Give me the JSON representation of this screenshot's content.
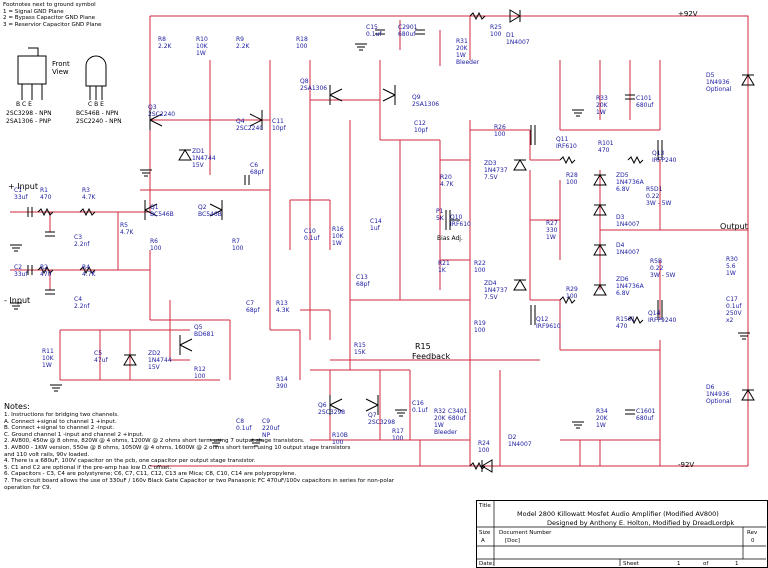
{
  "footnotes": {
    "title": "Footnotes next to ground symbol",
    "lines": [
      "1 = Signal GND Plane",
      "2 = Bypass Capacitor GND Plane",
      "3 = Reservior Capacitor GND Plane"
    ]
  },
  "packages": {
    "front_view": "Front\nView",
    "to126_pins": "B C E",
    "to126_types": [
      "2SC3298 - NPN",
      "2SA1306 - PNP"
    ],
    "to92_pins": "C B E",
    "to92_types": [
      "BC546B - NPN",
      "2SC2240 - NPN"
    ]
  },
  "rails": {
    "pos": "+92V",
    "neg": "-92V"
  },
  "io": {
    "in_pos": "+ Input",
    "in_neg": "- Input",
    "output": "Output",
    "feedback": "Feedback"
  },
  "components": [
    {
      "ref": "R8",
      "val": "2.2K"
    },
    {
      "ref": "R10",
      "val": "10K\n1W"
    },
    {
      "ref": "R9",
      "val": "2.2K"
    },
    {
      "ref": "R18",
      "val": "100"
    },
    {
      "ref": "C15",
      "val": "0.1uf"
    },
    {
      "ref": "C2901",
      "val": "680uf"
    },
    {
      "ref": "R25",
      "val": "100"
    },
    {
      "ref": "R31",
      "val": "20K\n1W\nBleeder"
    },
    {
      "ref": "D1",
      "val": "1N4007"
    },
    {
      "ref": "Q8",
      "val": "2SA1306"
    },
    {
      "ref": "Q9",
      "val": "2SA1306"
    },
    {
      "ref": "Q3",
      "val": "2SC2240"
    },
    {
      "ref": "Q4",
      "val": "2SC2240"
    },
    {
      "ref": "C11",
      "val": "10pf"
    },
    {
      "ref": "C12",
      "val": "10pf"
    },
    {
      "ref": "ZD1",
      "val": "1N4744\n15V"
    },
    {
      "ref": "C6",
      "val": "68pf"
    },
    {
      "ref": "R33",
      "val": "20K\n1W"
    },
    {
      "ref": "C101",
      "val": "680uf"
    },
    {
      "ref": "D5",
      "val": "1N4936\nOptional"
    },
    {
      "ref": "R26",
      "val": "100"
    },
    {
      "ref": "Q11",
      "val": "IRF610"
    },
    {
      "ref": "R101",
      "val": "470"
    },
    {
      "ref": "Q13",
      "val": "IRFP240"
    },
    {
      "ref": "ZD3",
      "val": "1N4737\n7.5V"
    },
    {
      "ref": "R28",
      "val": "100"
    },
    {
      "ref": "ZD5",
      "val": "1N4736A\n6.8V"
    },
    {
      "ref": "R5D1",
      "val": "0.22\n3W - 5W"
    },
    {
      "ref": "D3",
      "val": "1N4007"
    },
    {
      "ref": "R20",
      "val": "4.7K"
    },
    {
      "ref": "C1",
      "val": "33uf"
    },
    {
      "ref": "R1",
      "val": "470"
    },
    {
      "ref": "R3",
      "val": "4.7K"
    },
    {
      "ref": "Q1",
      "val": "BC546B"
    },
    {
      "ref": "Q2",
      "val": "BC546B"
    },
    {
      "ref": "R5",
      "val": "4.7K"
    },
    {
      "ref": "C3",
      "val": "2.2nf"
    },
    {
      "ref": "R6",
      "val": "100"
    },
    {
      "ref": "R7",
      "val": "100"
    },
    {
      "ref": "C10",
      "val": "0.1uf"
    },
    {
      "ref": "R16",
      "val": "10K\n1W"
    },
    {
      "ref": "C14",
      "val": "1uf"
    },
    {
      "ref": "P1",
      "val": "5K"
    },
    {
      "ref": "Q10",
      "val": "IRF610"
    },
    {
      "ref": "R27",
      "val": "330\n1W"
    },
    {
      "ref": "D4",
      "val": "1N4007"
    },
    {
      "ref": "R5B",
      "val": "0.22\n3W - 5W"
    },
    {
      "ref": "R30",
      "val": "5.6\n1W"
    },
    {
      "ref": "C2",
      "val": "33uf"
    },
    {
      "ref": "R2",
      "val": "470"
    },
    {
      "ref": "R4",
      "val": "4.7K"
    },
    {
      "ref": "R21",
      "val": "1K"
    },
    {
      "ref": "R22",
      "val": "100"
    },
    {
      "ref": "C13",
      "val": "68pf"
    },
    {
      "ref": "ZD4",
      "val": "1N4737\n7.5V"
    },
    {
      "ref": "R29",
      "val": "100"
    },
    {
      "ref": "ZD6",
      "val": "1N4736A\n6.8V"
    },
    {
      "ref": "C17",
      "val": "0.1uf\n250V\nx2"
    },
    {
      "ref": "C4",
      "val": "2.2nf"
    },
    {
      "ref": "C7",
      "val": "68pf"
    },
    {
      "ref": "R13",
      "val": "4.3K"
    },
    {
      "ref": "R19",
      "val": "100"
    },
    {
      "ref": "Q12",
      "val": "IRF9610"
    },
    {
      "ref": "R1501",
      "val": "470"
    },
    {
      "ref": "Q14",
      "val": "IRFP9240"
    },
    {
      "ref": "Q5",
      "val": "BD681"
    },
    {
      "ref": "R15",
      "val": "15K"
    },
    {
      "ref": "R11",
      "val": "10K\n1W"
    },
    {
      "ref": "C5",
      "val": "47uf"
    },
    {
      "ref": "ZD2",
      "val": "1N4744\n15V"
    },
    {
      "ref": "R12",
      "val": "100"
    },
    {
      "ref": "R14",
      "val": "390"
    },
    {
      "ref": "Q6",
      "val": "2SC3298"
    },
    {
      "ref": "Q7",
      "val": "2SC3298"
    },
    {
      "ref": "C8",
      "val": "0.1uf"
    },
    {
      "ref": "C9",
      "val": "220uf\nNP"
    },
    {
      "ref": "R10B",
      "val": "100"
    },
    {
      "ref": "R17",
      "val": "100"
    },
    {
      "ref": "C16",
      "val": "0.1uf"
    },
    {
      "ref": "R32",
      "val": "20K\n1W\nBleeder"
    },
    {
      "ref": "C3401",
      "val": "680uf"
    },
    {
      "ref": "R24",
      "val": "100"
    },
    {
      "ref": "D2",
      "val": "1N4007"
    },
    {
      "ref": "R34",
      "val": "20K\n1W"
    },
    {
      "ref": "C1601",
      "val": "680uf"
    },
    {
      "ref": "D6",
      "val": "1N4936\nOptional"
    }
  ],
  "labels": {
    "bias": "Bias Adj.",
    "r15": "R15",
    "bleeder": "Bleeder"
  },
  "notes": {
    "title": "Notes:",
    "items": [
      "1. Instructions for bridging two channels.",
      "   A. Connect +signal to channel 1 +input.",
      "   B. Connect +signal to channel 2 -input.",
      "   C. Ground channel 1 -input and channel 2 +input.",
      "2. AV800, 450w @ 8 ohms, 820W @ 4 ohms, 1200W @ 2 ohms short term using 7 output stage transistors.",
      "3. AV800 - 1KW version, 550w @ 8 ohms, 1050W @ 4 ohms, 1600W @ 2 ohms short term using 10 output stage transistors",
      "   and 110 volt rails, 90v loaded.",
      "4. There is a 680uF, 100V capacitor on the pcb, one capacitor per output stage transistor.",
      "5. C1 and C2 are optional if the pre-amp has low D.C offset.",
      "6. Capacitors - C3, C4 are polystyrene; C6, C7, C11, C12, C13 are Mica; C8, C10, C14 are polypropylene.",
      "7. The circuit board allows the use of 330uF / 160v Black Gate Capacitor or two Panasonic FC 470uF/100v capacitors in series for non-polar",
      "   operation for C9."
    ]
  },
  "title_block": {
    "title_label": "Title",
    "title": "Model 2800 Killowatt Mosfet Audio Amplifier (Modified AV800)",
    "designer": "Designed by Anthony E. Holton, Modified by DreadLordpk",
    "size_label": "Size",
    "size": "A",
    "docnum_label": "Document Number",
    "docnum": "[Doc]",
    "rev_label": "Rev",
    "rev": "0",
    "date_label": "Date:",
    "sheet_label": "Sheet",
    "sheet": "1",
    "of_label": "of",
    "of": "1"
  },
  "colors": {
    "wire": "#d0283c",
    "ink": "#000000",
    "component": "#1a1aa0"
  }
}
